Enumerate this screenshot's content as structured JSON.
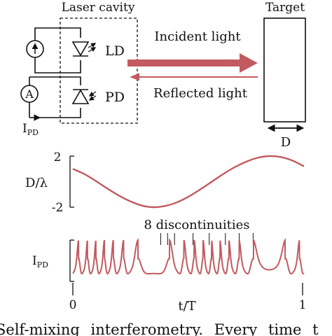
{
  "labels": {
    "laser_cavity": "Laser cavity",
    "target": "Target",
    "ld": "LD",
    "pd": "PD",
    "incident": "Incident light",
    "reflected": "Reflected light",
    "ipd_main": "I",
    "ipd_sub": "PD",
    "d_target": "D",
    "ammeter": "A",
    "disp_ylabel": "D/λ",
    "disp_ytick_top": "2",
    "disp_ytick_bottom": "-2",
    "sig_ylabel_main": "I",
    "sig_ylabel_sub": "PD",
    "discontinuities": "8 discontinuities",
    "x_tick_0": "0",
    "x_tick_1": "1",
    "x_label": "t/T",
    "caption": "Self-mixing interferometry. Every time t"
  },
  "colors": {
    "beam": "#c25a5f",
    "curve": "#c25a5f",
    "ink": "#111111"
  },
  "chart_data": [
    {
      "type": "line",
      "ylabel": "D/λ",
      "ylim": [
        -2,
        2
      ],
      "series": [
        {
          "x": [
            0,
            0.05,
            0.1,
            0.15,
            0.2,
            0.25,
            0.3,
            0.35,
            0.4,
            0.45,
            0.5,
            0.55,
            0.6,
            0.65,
            0.7,
            0.75,
            0.8,
            0.85,
            0.9,
            0.95,
            1
          ],
          "values": [
            1.0,
            0.59,
            0.05,
            -0.55,
            -1.1,
            -1.55,
            -1.88,
            -2.0,
            -1.9,
            -1.62,
            -1.18,
            -0.62,
            -0.02,
            0.59,
            1.13,
            1.56,
            1.87,
            2.0,
            1.93,
            1.65,
            1.2
          ]
        }
      ]
    },
    {
      "type": "line",
      "ylabel": "I_PD",
      "xlabel": "t/T",
      "xlim": [
        0,
        1
      ],
      "annotation": "8 discontinuities",
      "discontinuities_x": [
        0.38,
        0.41,
        0.44,
        0.52,
        0.59,
        0.66,
        0.72,
        0.78
      ]
    }
  ]
}
